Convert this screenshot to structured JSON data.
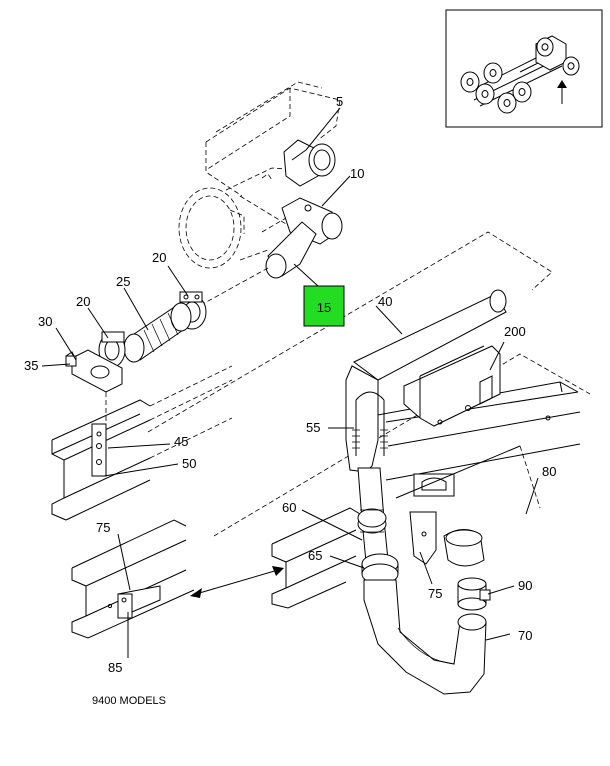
{
  "diagram": {
    "caption": "9400 MODELS",
    "highlight_color": "#22dd22",
    "callouts": {
      "c5": "5",
      "c10": "10",
      "c15": "15",
      "c20a": "20",
      "c20b": "20",
      "c25": "25",
      "c30": "30",
      "c35": "35",
      "c40": "40",
      "c45": "45",
      "c50": "50",
      "c55": "55",
      "c60": "60",
      "c65": "65",
      "c70": "70",
      "c75a": "75",
      "c75b": "75",
      "c80": "80",
      "c85": "85",
      "c90": "90",
      "c200": "200"
    },
    "highlighted_callout": "15"
  }
}
